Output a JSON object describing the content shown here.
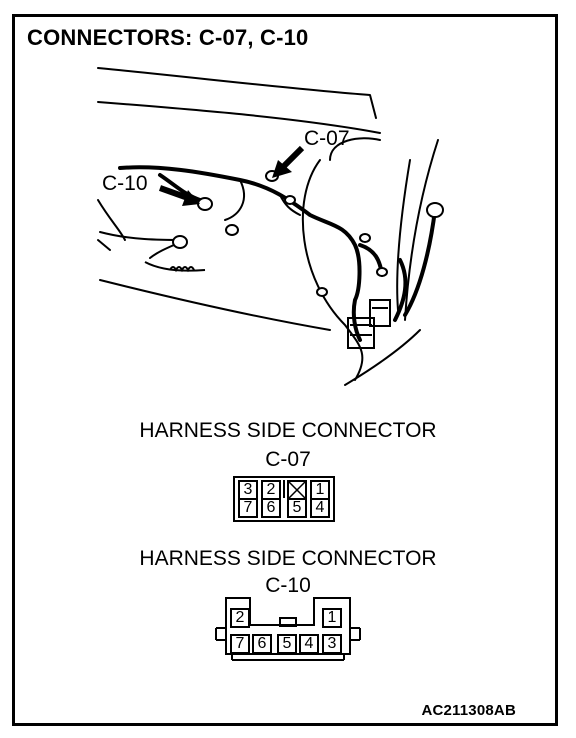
{
  "title": "CONNECTORS: C-07, C-10",
  "callouts": {
    "c07": "C-07",
    "c10": "C-10"
  },
  "connector1": {
    "heading": "HARNESS SIDE CONNECTOR",
    "code": "C-07",
    "top_row": [
      "3",
      "2",
      "",
      "1"
    ],
    "bottom_row": [
      "7",
      "6",
      "5",
      "4"
    ]
  },
  "connector2": {
    "heading": "HARNESS SIDE CONNECTOR",
    "code": "C-10",
    "top_row": [
      "2",
      "1"
    ],
    "bottom_row": [
      "7",
      "6",
      "5",
      "4",
      "3"
    ]
  },
  "reference": "AC211308AB"
}
